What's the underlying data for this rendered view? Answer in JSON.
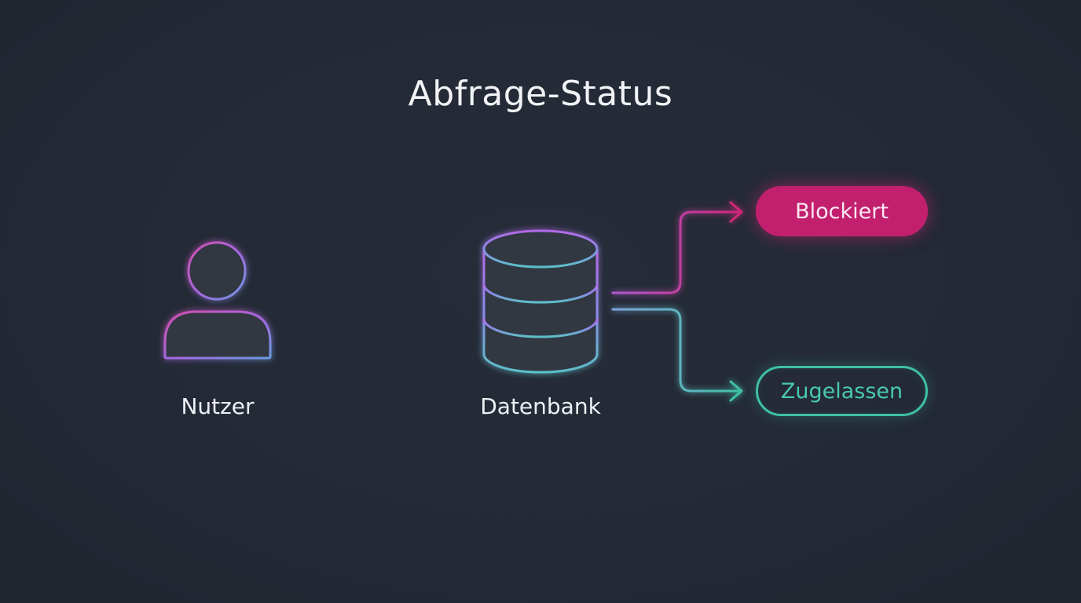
{
  "title": "Abfrage-Status",
  "nodes": {
    "user": {
      "label": "Nutzer",
      "icon": "user-icon"
    },
    "database": {
      "label": "Datenbank",
      "icon": "database-icon"
    }
  },
  "outcomes": {
    "blocked": {
      "label": "Blockiert",
      "color": "#c2206f"
    },
    "allowed": {
      "label": "Zugelassen",
      "color": "#3fc0a6"
    }
  },
  "colors": {
    "background": "#232935",
    "accent_magenta": "#c2206f",
    "accent_violet": "#a66de6",
    "accent_teal": "#3fc0a6",
    "text": "#f2f3f6"
  }
}
